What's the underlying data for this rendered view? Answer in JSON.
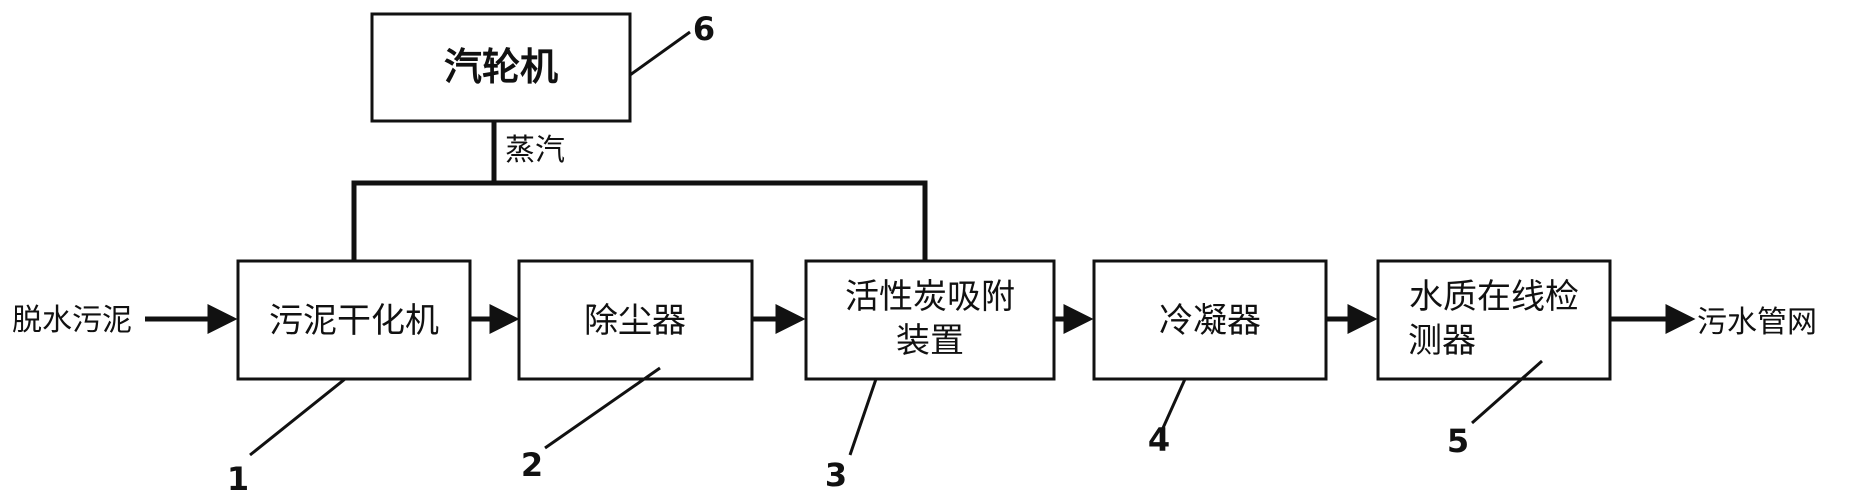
{
  "turbine": {
    "label": "汽轮机",
    "number": "6"
  },
  "steam_label": "蒸汽",
  "input_label": "脱水污泥",
  "output_label": "污水管网",
  "units": [
    {
      "lines": [
        "污泥干化机"
      ],
      "number": "1"
    },
    {
      "lines": [
        "除尘器"
      ],
      "number": "2"
    },
    {
      "lines": [
        "活性炭吸附",
        "装置"
      ],
      "number": "3"
    },
    {
      "lines": [
        "冷凝器"
      ],
      "number": "4"
    },
    {
      "lines": [
        "水质在线检",
        "测器"
      ],
      "number": "5"
    }
  ]
}
